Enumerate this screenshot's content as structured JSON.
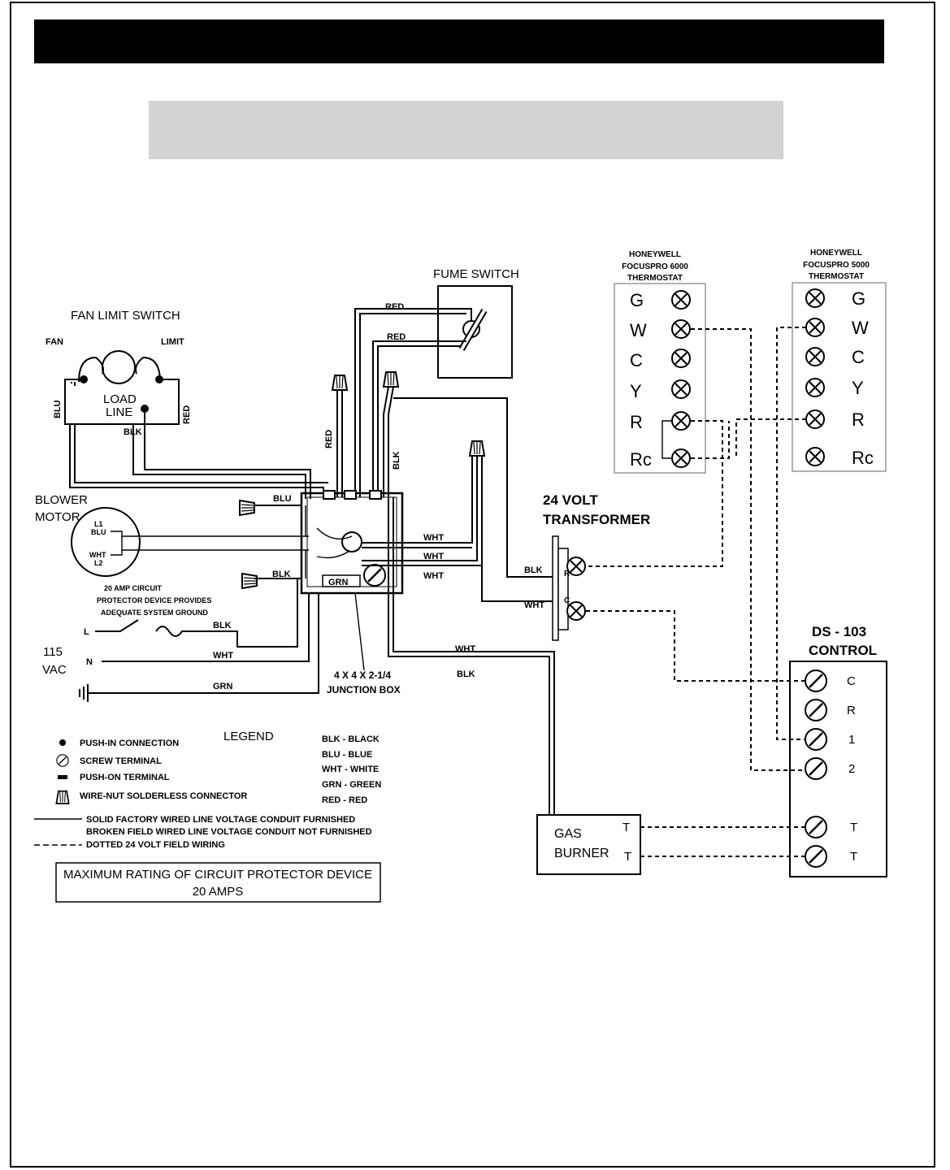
{
  "fan_limit_switch": {
    "title": "FAN LIMIT SWITCH",
    "fan": "FAN",
    "limit": "LIMIT",
    "load": "LOAD",
    "line": "LINE",
    "blu": "BLU",
    "red": "RED",
    "blk": "BLK"
  },
  "fume_switch": {
    "title": "FUME SWITCH",
    "red1": "RED",
    "red2": "RED"
  },
  "blower_motor": {
    "title_1": "BLOWER",
    "title_2": "MOTOR",
    "l1": "L1",
    "blu": "BLU",
    "wht": "WHT",
    "l2": "L2"
  },
  "junction_box": {
    "line_1": "4 X 4 X 2-1/4",
    "line_2": "JUNCTION BOX",
    "grn": "GRN",
    "blu": "BLU",
    "blk": "BLK",
    "red": "RED",
    "blk_v": "BLK",
    "wht1": "WHT",
    "wht2": "WHT",
    "wht3": "WHT"
  },
  "circuit_note": [
    "20 AMP CIRCUIT",
    "PROTECTOR DEVICE PROVIDES",
    "ADEQUATE SYSTEM GROUND"
  ],
  "supply": {
    "volts": "115",
    "vac": "VAC",
    "l": "L",
    "n": "N",
    "blk": "BLK",
    "wht": "WHT",
    "grn": "GRN"
  },
  "transformer": {
    "title_1": "24  VOLT",
    "title_2": "TRANSFORMER",
    "blk": "BLK",
    "wht": "WHT",
    "r": "R",
    "c": "C"
  },
  "thermostat_6000": {
    "line_1": "HONEYWELL",
    "line_2": "FOCUSPRO 6000",
    "line_3": "THERMOSTAT",
    "terminals": [
      "G",
      "W",
      "C",
      "Y",
      "R",
      "Rc"
    ]
  },
  "thermostat_5000": {
    "line_1": "HONEYWELL",
    "line_2": "FOCUSPRO 5000",
    "line_3": "THERMOSTAT",
    "terminals": [
      "G",
      "W",
      "C",
      "Y",
      "R",
      "Rc"
    ]
  },
  "ds103": {
    "title_1": "DS - 103",
    "title_2": "CONTROL",
    "terminals": [
      "C",
      "R",
      "1",
      "2",
      "T",
      "T"
    ]
  },
  "gas_burner": {
    "line_1": "GAS",
    "line_2": "BURNER",
    "t1": "T",
    "t2": "T",
    "wht": "WHT",
    "blk": "BLK"
  },
  "legend": {
    "title": "LEGEND",
    "symbols": [
      "PUSH-IN CONNECTION",
      "SCREW TERMINAL",
      "PUSH-ON TERMINAL",
      "WIRE-NUT SOLDERLESS CONNECTOR"
    ],
    "colors": [
      "BLK - BLACK",
      "BLU - BLUE",
      "WHT - WHITE",
      "GRN - GREEN",
      "RED - RED"
    ],
    "lines": [
      "SOLID FACTORY WIRED LINE VOLTAGE CONDUIT FURNISHED",
      "BROKEN FIELD WIRED LINE VOLTAGE CONDUIT NOT FURNISHED",
      "DOTTED 24 VOLT FIELD WIRING"
    ]
  },
  "rating": {
    "line_1": "MAXIMUM RATING OF CIRCUIT PROTECTOR DEVICE",
    "line_2": "20 AMPS"
  }
}
